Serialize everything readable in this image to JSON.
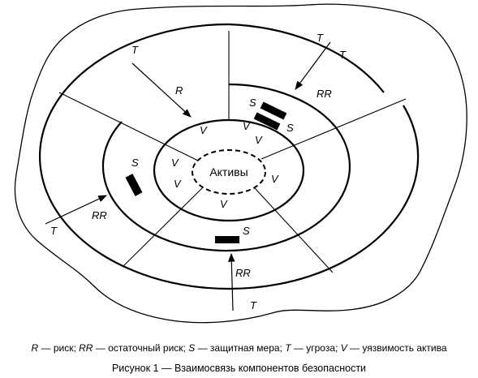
{
  "diagram": {
    "center_label": "Активы",
    "labels": {
      "T_top_left": "T",
      "R": "R",
      "T_top_right_1": "T",
      "T_top_right_2": "T",
      "RR_top_right": "RR",
      "S_top_right_1": "S",
      "S_top_right_2": "S",
      "V_1": "V",
      "V_2": "V",
      "V_3": "V",
      "V_4": "V",
      "V_5": "V",
      "V_6": "V",
      "V_7": "V",
      "S_left": "S",
      "RR_left": "RR",
      "T_left": "T",
      "S_bottom": "S",
      "RR_bottom": "RR",
      "T_bottom": "T"
    }
  },
  "legend": {
    "r_sym": "R",
    "r_text": " — риск; ",
    "rr_sym": "RR",
    "rr_text": " — остаточный риск; ",
    "s_sym": "S",
    "s_text": " — защитная мера; ",
    "t_sym": "T",
    "t_text": " — угроза; ",
    "v_sym": "V",
    "v_text": " — уязвимость актива"
  },
  "caption": "Рисунок 1 — Взаимосвязь компонентов безопасности"
}
